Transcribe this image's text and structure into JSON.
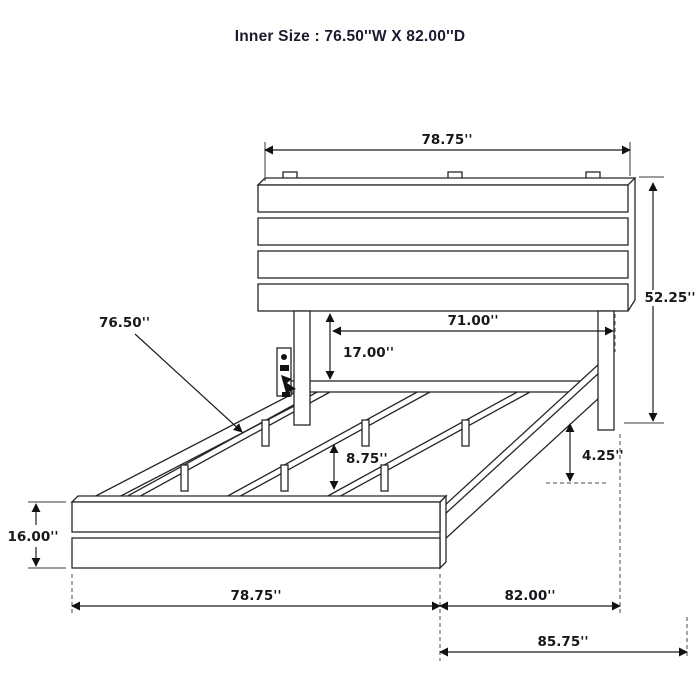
{
  "title": "Inner Size : 76.50''W X 82.00''D",
  "dimensions": {
    "headboard_width": "78.75''",
    "overall_height": "52.25''",
    "inner_width": "71.00''",
    "rail_drop": "17.00''",
    "slat_length": "76.50''",
    "slat_gap": "8.75''",
    "rail_height": "4.25''",
    "footboard_height": "16.00''",
    "footboard_width": "78.75''",
    "inner_depth": "82.00''",
    "overall_depth": "85.75''"
  }
}
